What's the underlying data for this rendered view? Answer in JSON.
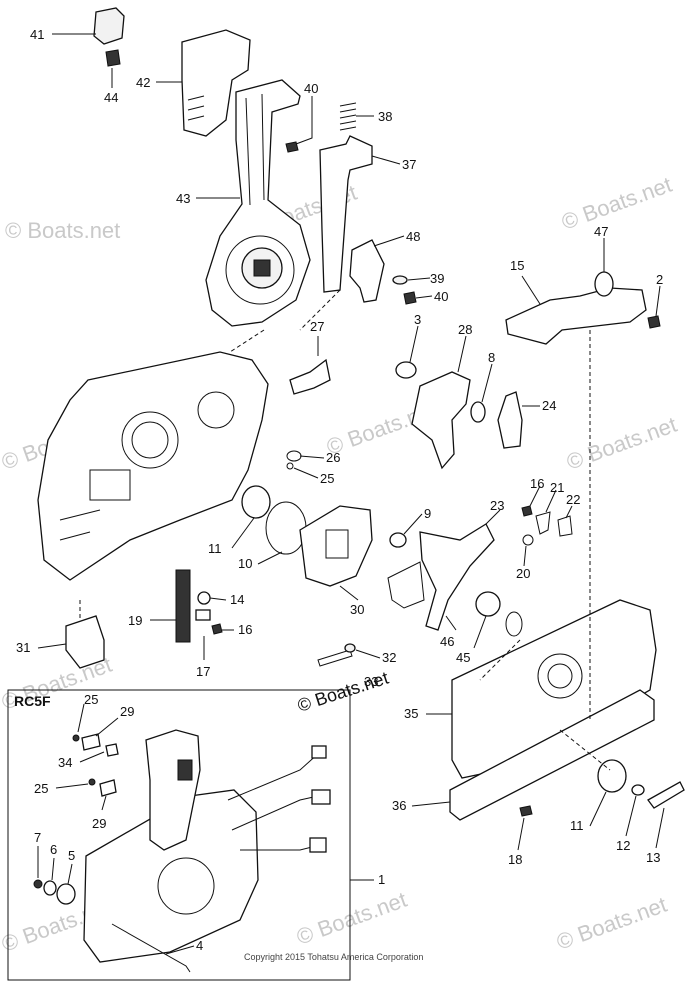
{
  "inset": {
    "title": "RC5F"
  },
  "brand": "© Boats.net",
  "watermark": "© Boats.net",
  "copyright": "Copyright 2015 Tohatsu America Corporation",
  "callouts": [
    {
      "id": "c41",
      "label": "41"
    },
    {
      "id": "c44",
      "label": "44"
    },
    {
      "id": "c42",
      "label": "42"
    },
    {
      "id": "c40a",
      "label": "40"
    },
    {
      "id": "c38",
      "label": "38"
    },
    {
      "id": "c37",
      "label": "37"
    },
    {
      "id": "c43",
      "label": "43"
    },
    {
      "id": "c48",
      "label": "48"
    },
    {
      "id": "c39",
      "label": "39"
    },
    {
      "id": "c40b",
      "label": "40"
    },
    {
      "id": "c47",
      "label": "47"
    },
    {
      "id": "c15",
      "label": "15"
    },
    {
      "id": "c2",
      "label": "2"
    },
    {
      "id": "c27",
      "label": "27"
    },
    {
      "id": "c3",
      "label": "3"
    },
    {
      "id": "c28",
      "label": "28"
    },
    {
      "id": "c8",
      "label": "8"
    },
    {
      "id": "c24",
      "label": "24"
    },
    {
      "id": "c26",
      "label": "26"
    },
    {
      "id": "c25a",
      "label": "25"
    },
    {
      "id": "c16a",
      "label": "16"
    },
    {
      "id": "c21",
      "label": "21"
    },
    {
      "id": "c22",
      "label": "22"
    },
    {
      "id": "c23",
      "label": "23"
    },
    {
      "id": "c9",
      "label": "9"
    },
    {
      "id": "c11a",
      "label": "11"
    },
    {
      "id": "c10",
      "label": "10"
    },
    {
      "id": "c20",
      "label": "20"
    },
    {
      "id": "c14",
      "label": "14"
    },
    {
      "id": "c19",
      "label": "19"
    },
    {
      "id": "c16b",
      "label": "16"
    },
    {
      "id": "c30",
      "label": "30"
    },
    {
      "id": "c46",
      "label": "46"
    },
    {
      "id": "c45",
      "label": "45"
    },
    {
      "id": "c31",
      "label": "31"
    },
    {
      "id": "c17",
      "label": "17"
    },
    {
      "id": "c32",
      "label": "32"
    },
    {
      "id": "c33",
      "label": "33"
    },
    {
      "id": "c35",
      "label": "35"
    },
    {
      "id": "c25b",
      "label": "25"
    },
    {
      "id": "c29a",
      "label": "29"
    },
    {
      "id": "c34",
      "label": "34"
    },
    {
      "id": "c25c",
      "label": "25"
    },
    {
      "id": "c29b",
      "label": "29"
    },
    {
      "id": "c36",
      "label": "36"
    },
    {
      "id": "c11b",
      "label": "11"
    },
    {
      "id": "c12",
      "label": "12"
    },
    {
      "id": "c13",
      "label": "13"
    },
    {
      "id": "c18",
      "label": "18"
    },
    {
      "id": "c7",
      "label": "7"
    },
    {
      "id": "c6",
      "label": "6"
    },
    {
      "id": "c5",
      "label": "5"
    },
    {
      "id": "c1",
      "label": "1"
    },
    {
      "id": "c4",
      "label": "4"
    }
  ]
}
